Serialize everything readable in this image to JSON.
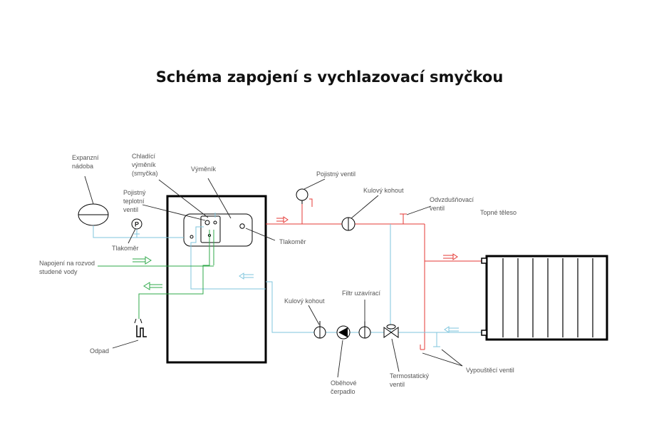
{
  "title": "Schéma zapojení s vychlazovací smyčkou",
  "labels": {
    "expansion_tank": [
      "Expanzní",
      "nádoba"
    ],
    "cooling_exchanger": [
      "Chladící",
      "výměník",
      "(smyčka)"
    ],
    "exchanger": "Výměník",
    "safety_thermo_valve": [
      "Pojistný",
      "teplotní",
      "ventil"
    ],
    "pressure_gauge_left": "Tlakoměr",
    "pressure_gauge_right": "Tlakoměr",
    "cold_water": [
      "Napojení na rozvod",
      "studené vody"
    ],
    "drain": "Odpad",
    "safety_valve": "Pojistný ventil",
    "ball_valve_top": "Kulový kohout",
    "air_vent": [
      "Odvzdušňovací",
      "ventil"
    ],
    "radiator": "Topné těleso",
    "ball_valve_bottom": "Kulový kohout",
    "filter": "Filtr uzavírací",
    "pump": [
      "Oběhové",
      "čerpadlo"
    ],
    "thermostatic_valve": [
      "Termostatický",
      "ventil"
    ],
    "drain_valve": "Vypouštěcí ventil",
    "gauge_symbol": "P"
  },
  "colors": {
    "supply": "#e53935",
    "return": "#7fc6dd",
    "cold_water": "#2fa84a",
    "outline": "#000000"
  }
}
